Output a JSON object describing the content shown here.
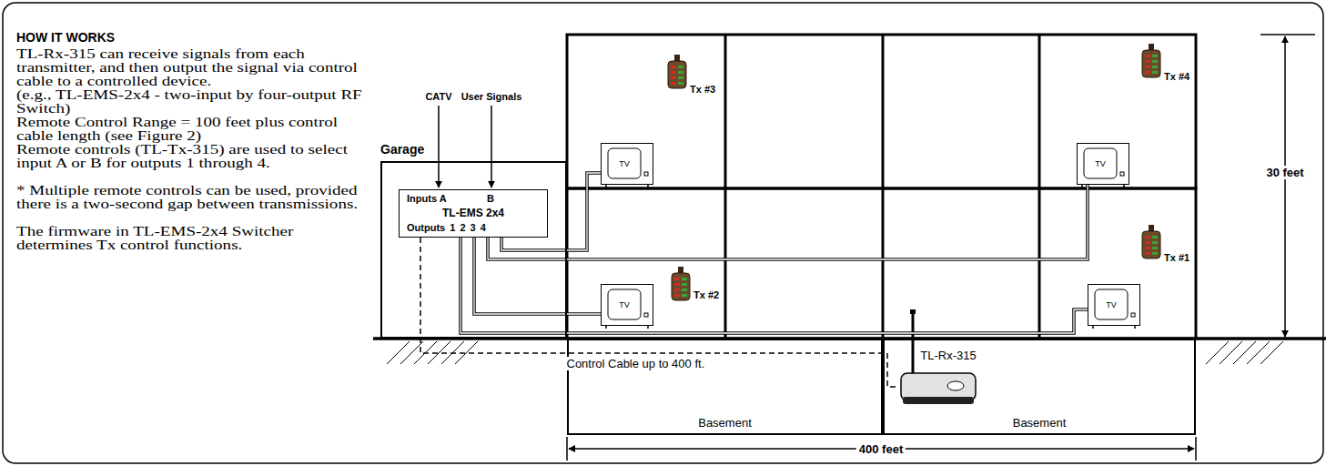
{
  "diagram": {
    "title": "HOW IT WORKS",
    "nodes": [
      {
        "text": [
          "Garage"
        ]
      },
      {
        "text": [
          "Inputs A",
          "B",
          "TL-EMS 2x4",
          "Outputs 1 2 3 4"
        ],
        "in": 0
      },
      {
        "text": [
          "TV"
        ]
      },
      {
        "text": [
          "TV"
        ]
      },
      {
        "text": [
          "TV"
        ]
      },
      {
        "text": [
          "TV"
        ]
      },
      {
        "text": [
          "Basement"
        ]
      },
      {
        "text": [
          "Basement"
        ]
      },
      {
        "text": [
          "TL-Rx-315"
        ],
        "in": 7
      }
    ],
    "edges": [
      {
        "from": 1,
        "to": 8,
        "arrow": "none",
        "label": "Control Cable up to 400 ft."
      },
      {
        "from": 1,
        "to": 5,
        "arrow": "none"
      },
      {
        "from": 1,
        "to": 4,
        "arrow": "none"
      },
      {
        "from": 1,
        "to": 3,
        "arrow": "none"
      },
      {
        "from": 1,
        "to": 2,
        "arrow": "none"
      }
    ],
    "labels": [
      "TL-Rx-315 can receive signals from each transmitter, and then output the signal via control cable to a controlled device.",
      "(e.g., TL-EMS-2x4 - two-input by four-output RF Switch)",
      "Remote Control Range = 100 feet plus control cable length (see Figure 2)",
      "Remote controls (TL-Tx-315) are used to select input A or B for outputs 1 through 4.",
      "* Multiple remote controls can be used, provided there is a two-second gap between transmissions.",
      "The firmware in TL-EMS-2x4 Switcher determines Tx control functions.",
      "CATV",
      "User Signals",
      "Tx #3",
      "Tx #4",
      "Tx #2",
      "Tx #1",
      "30 feet",
      "400 feet"
    ]
  }
}
